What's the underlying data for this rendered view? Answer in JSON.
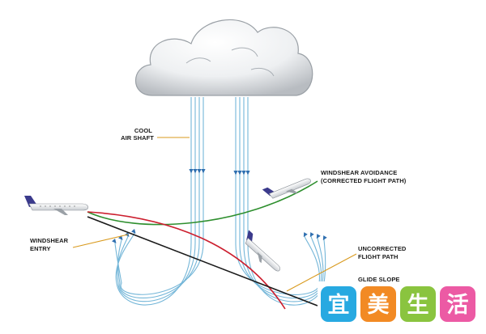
{
  "labels": {
    "cool_air_shaft": [
      "COOL",
      "AIR SHAFT"
    ],
    "windshear_avoidance": [
      "WINDSHEAR AVOIDANCE",
      "(CORRECTED FLIGHT PATH)"
    ],
    "windshear_entry": [
      "WINDSHEAR",
      "ENTRY"
    ],
    "uncorrected_flight_path": [
      "UNCORRECTED",
      "FLIGHT PATH"
    ],
    "glide_slope": "GLIDE SLOPE"
  },
  "watermark": {
    "chars": [
      "宜",
      "美",
      "生",
      "活"
    ]
  },
  "colors": {
    "airflow": "#74b6d8",
    "corrected_path": "#2e8f2e",
    "uncorrected_path": "#cc1f2f",
    "glide_slope": "#1a1a1a",
    "leader_line": "#d99a1e",
    "aircraft_tail": "#3b3a8c",
    "watermark": [
      "#27a9e1",
      "#f28a24",
      "#8ac43f",
      "#ec5aa4"
    ]
  }
}
